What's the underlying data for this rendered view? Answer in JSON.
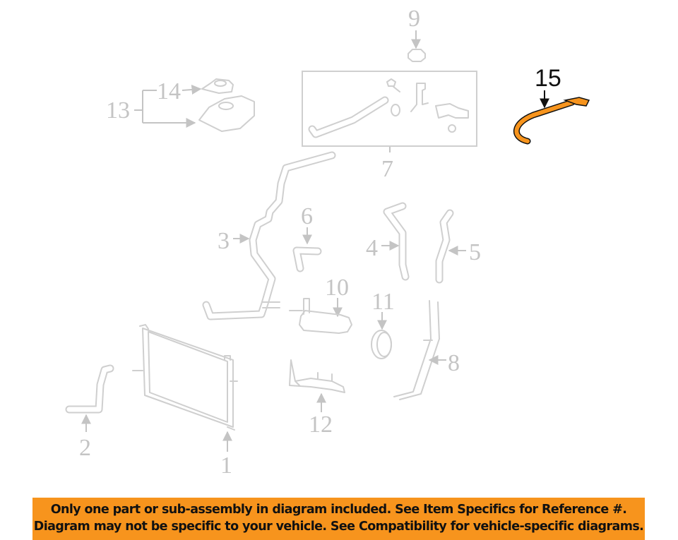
{
  "diagram": {
    "highlight_color": "#f7941d",
    "part_color": "#cfcfcf",
    "label_color": "#c4c4c4",
    "callouts": [
      {
        "id": "1",
        "label": "1",
        "part": "radiator"
      },
      {
        "id": "2",
        "label": "2",
        "part": "hose"
      },
      {
        "id": "3",
        "label": "3",
        "part": "pipe"
      },
      {
        "id": "4",
        "label": "4",
        "part": "hose"
      },
      {
        "id": "5",
        "label": "5",
        "part": "hose"
      },
      {
        "id": "6",
        "label": "6",
        "part": "hose"
      },
      {
        "id": "7",
        "label": "7",
        "part": "reservoir-kit"
      },
      {
        "id": "8",
        "label": "8",
        "part": "tube-assembly"
      },
      {
        "id": "9",
        "label": "9",
        "part": "cap"
      },
      {
        "id": "10",
        "label": "10",
        "part": "pump"
      },
      {
        "id": "11",
        "label": "11",
        "part": "clamp"
      },
      {
        "id": "12",
        "label": "12",
        "part": "bracket"
      },
      {
        "id": "13",
        "label": "13",
        "part": "housing"
      },
      {
        "id": "14",
        "label": "14",
        "part": "gasket"
      },
      {
        "id": "15",
        "label": "15",
        "part": "hose",
        "highlighted": true
      }
    ]
  },
  "banner": {
    "background": "#f7941d",
    "line1": "Only one part or sub-assembly in diagram included. See Item Specifics for Reference #.",
    "line2": "Diagram may not be specific to your vehicle. See Compatibility for vehicle-specific diagrams."
  }
}
